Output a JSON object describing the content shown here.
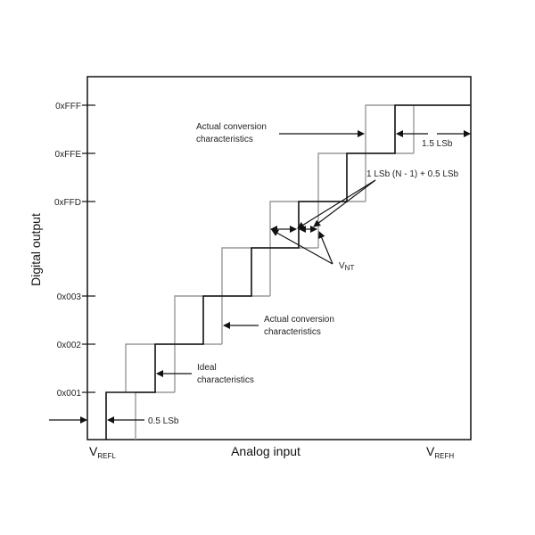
{
  "diagram": {
    "y_axis_title": "Digital output",
    "x_axis_title": "Analog input",
    "x_left": {
      "main": "V",
      "sub": "REFL"
    },
    "x_right": {
      "main": "V",
      "sub": "REFH"
    },
    "y_ticks": [
      "0xFFF",
      "0xFFE",
      "0xFFD",
      "0x003",
      "0x002",
      "0x001"
    ],
    "annotations": {
      "actual_top": [
        "Actual conversion",
        "characteristics"
      ],
      "lsb_1_5": "1.5 LSb",
      "lsb_formula": "1 LSb (N - 1) + 0.5 LSb",
      "vnt": {
        "main": "V",
        "sub": "NT"
      },
      "actual_mid": [
        "Actual conversion",
        "characteristics"
      ],
      "ideal": [
        "Ideal",
        "characteristics"
      ],
      "lsb_0_5": "0.5 LSb"
    },
    "colors": {
      "ideal": "#111111",
      "actual": "#999999"
    }
  }
}
